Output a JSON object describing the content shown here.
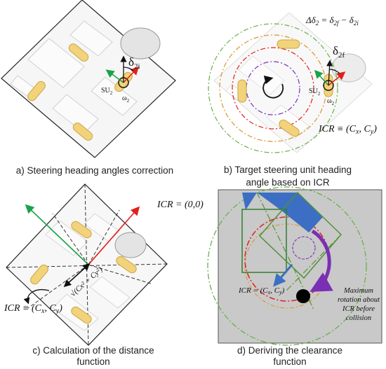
{
  "panels": {
    "a": {
      "caption": "a) Steering heading angles correction",
      "delta_label": "δ",
      "delta_sub": "2i",
      "su_label": "SU",
      "su_sub": "2",
      "omega_label": "ω",
      "omega_sub": "2"
    },
    "b": {
      "caption_line1": "b) Target steering unit heading",
      "caption_line2": "angle based on ICR",
      "equation_lhs": "Δδ",
      "equation_lhs_sub": "2",
      "equation_eq": " = δ",
      "equation_f_sub": "2f",
      "equation_minus": " − δ",
      "equation_i_sub": "2i",
      "delta_label": "δ",
      "delta_sub": "2f",
      "su_label": "SU",
      "su_sub": "2",
      "omega_label": "ω",
      "omega_sub": "2",
      "icr_text": "ICR ≡ (C",
      "icr_x_sub": "x",
      "icr_mid": ", C",
      "icr_y_sub": "y",
      "icr_end": ")"
    },
    "c": {
      "caption_line1": "c) Calculation of the distance",
      "caption_line2": "function",
      "icr_origin": "ICR = (0,0)",
      "icr_text": "ICR ≡ (C",
      "icr_x_sub": "x",
      "icr_mid": ", C",
      "icr_y_sub": "y",
      "icr_end": ")",
      "distance_label": "√(Cx² + Cy²)"
    },
    "d": {
      "caption_line1": "d) Deriving the clearance",
      "caption_line2": "function",
      "icr_text": "ICR = (C",
      "icr_x_sub": "x",
      "icr_mid": ", C",
      "icr_y_sub": "y",
      "icr_end": ")",
      "note_line1": "Maximum",
      "note_line2": "rotation about",
      "note_line3": "ICR before",
      "note_line4": "collision"
    }
  },
  "colors": {
    "wheel_fill": "#f2d27a",
    "wheel_stroke": "#c9a744",
    "green_axis": "#1aa34a",
    "red_axis": "#e0201c",
    "panel_d_bg": "#c9c9c9",
    "blue_fill": "#3c6fc4",
    "purple_arrow": "#7a2fb5",
    "ring_green": "#6ab04c",
    "ring_orange": "#d9962a",
    "ring_red": "#e0201c",
    "ring_purple": "#7a2fb5"
  }
}
